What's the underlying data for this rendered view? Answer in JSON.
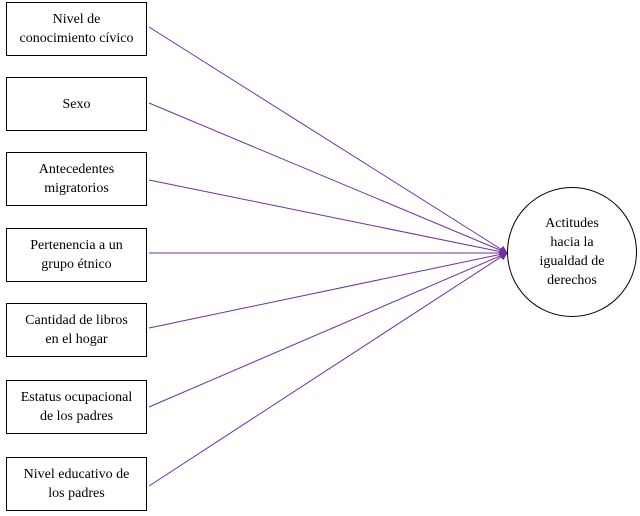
{
  "diagram": {
    "predictors": [
      {
        "label": "Nivel de\nconocimiento cívico"
      },
      {
        "label": "Sexo"
      },
      {
        "label": "Antecedentes\nmigratorios"
      },
      {
        "label": "Pertenencia a un\ngrupo étnico"
      },
      {
        "label": "Cantidad de libros\nen el hogar"
      },
      {
        "label": "Estatus ocupacional\nde los padres"
      },
      {
        "label": "Nivel educativo de\nlos padres"
      }
    ],
    "outcome": {
      "label": "Actitudes\nhacia la\nigualdad de\nderechos"
    },
    "colors": {
      "arrow": "#7030a0",
      "box_border": "#000000"
    }
  }
}
